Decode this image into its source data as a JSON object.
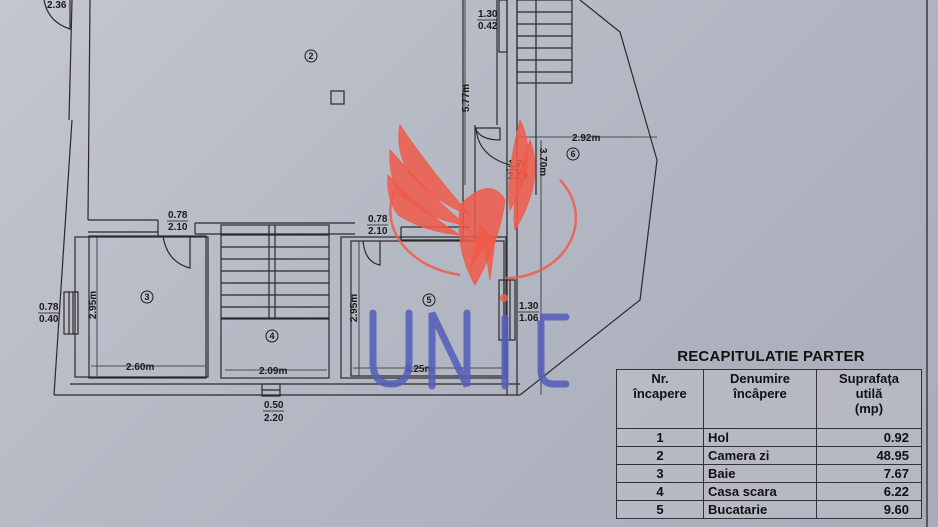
{
  "plan": {
    "room_markers": [
      "2",
      "3",
      "4",
      "5",
      "6"
    ],
    "dimensions": {
      "top_left_door": "2.36",
      "window_top": {
        "width": "1.30",
        "height": "0.42"
      },
      "vertical_5_77": "5.77m",
      "width_2_92": "2.92m",
      "door_6": {
        "width": "1.76",
        "height": "2.10"
      },
      "vertical_6": "3.70m",
      "door_3": {
        "width": "0.78",
        "height": "2.10"
      },
      "door_5": {
        "width": "0.78",
        "height": "2.10"
      },
      "window_3": {
        "width": "0.78",
        "height": "0.40"
      },
      "room3_height": "2.95m",
      "room3_width": "2.60m",
      "room4_width": "2.09m",
      "room5_height": "2.95m",
      "room5_width": "3.25m",
      "window_5": {
        "width": "1.30",
        "height": "1.06"
      },
      "entrance": {
        "width": "0.50",
        "height": "2.20"
      }
    }
  },
  "watermark": {
    "text": "UNIC",
    "logo": "phoenix-logo",
    "logo_color": "#f05a4a",
    "text_color": "#5560b8"
  },
  "summary": {
    "title": "RECAPITULATIE PARTER",
    "headers": [
      "Nr.\nîncapere",
      "Denumire\nîncâpere",
      "Suprafaţa\nutilă\n(mp)"
    ],
    "header_lines": {
      "nr": [
        "Nr.",
        "încapere"
      ],
      "name": [
        "Denumire",
        "încâpere"
      ],
      "area": [
        "Suprafaţa",
        "utilă",
        "(mp)"
      ]
    },
    "rows": [
      {
        "nr": "1",
        "name": "Hol",
        "area": "0.92"
      },
      {
        "nr": "2",
        "name": "Camera zi",
        "area": "48.95"
      },
      {
        "nr": "3",
        "name": "Baie",
        "area": "7.67"
      },
      {
        "nr": "4",
        "name": "Casa scara",
        "area": "6.22"
      },
      {
        "nr": "5",
        "name": "Bucatarie",
        "area": "9.60"
      }
    ]
  }
}
